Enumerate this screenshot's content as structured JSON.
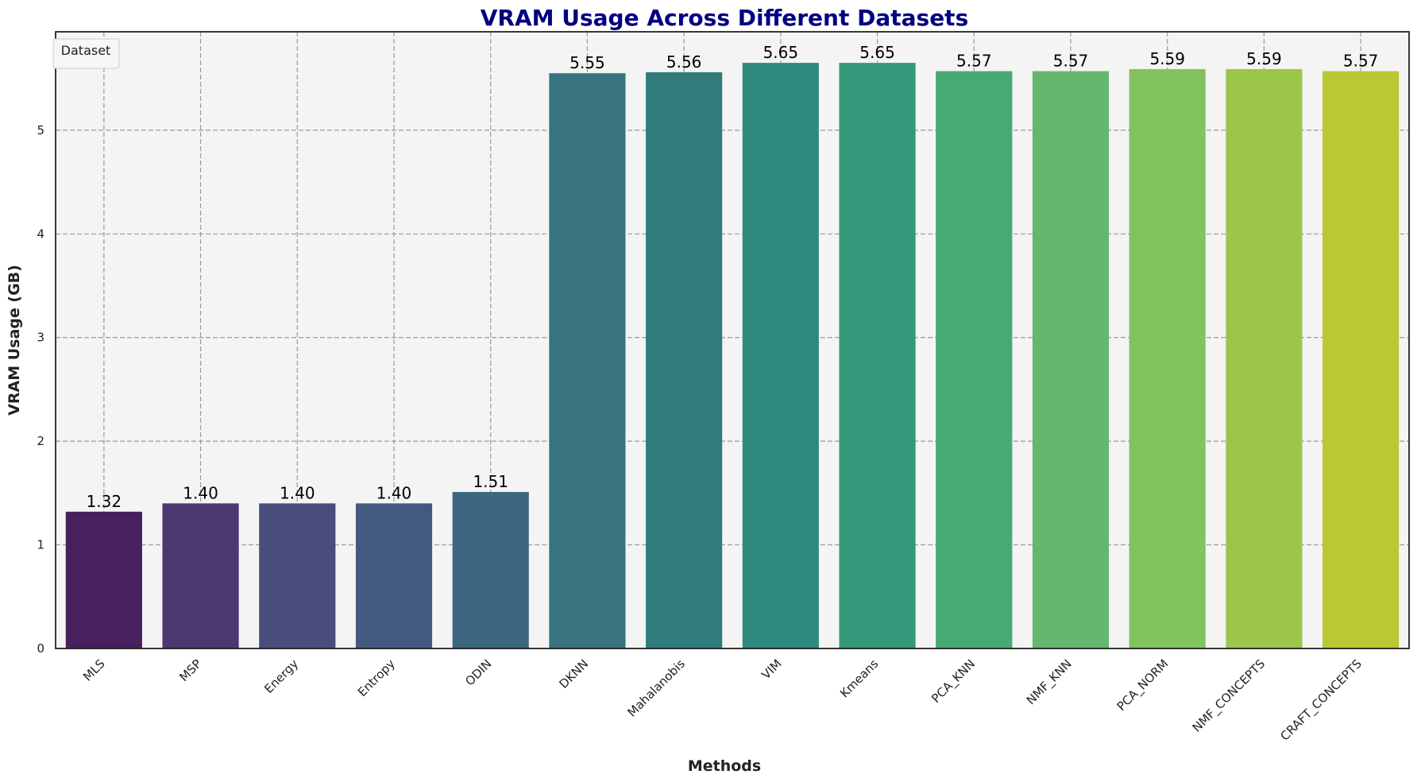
{
  "chart_data": {
    "type": "bar",
    "title": "VRAM Usage Across Different Datasets",
    "xlabel": "Methods",
    "ylabel": "VRAM Usage (GB)",
    "ylim": [
      0,
      5.95
    ],
    "yticks": [
      0,
      1,
      2,
      3,
      4,
      5
    ],
    "grid": true,
    "legend": {
      "title": "Dataset",
      "position": "top-left"
    },
    "categories": [
      "MLS",
      "MSP",
      "Energy",
      "Entropy",
      "ODIN",
      "DKNN",
      "Mahalanobis",
      "VIM",
      "Kmeans",
      "PCA_KNN",
      "NMF_KNN",
      "PCA_NORM",
      "NMF_CONCEPTS",
      "CRAFT_CONCEPTS"
    ],
    "values": [
      1.32,
      1.4,
      1.4,
      1.4,
      1.51,
      5.55,
      5.56,
      5.65,
      5.65,
      5.57,
      5.57,
      5.59,
      5.59,
      5.57
    ],
    "value_labels": [
      "1.32",
      "1.40",
      "1.40",
      "1.40",
      "1.51",
      "5.55",
      "5.56",
      "5.65",
      "5.65",
      "5.57",
      "5.57",
      "5.59",
      "5.59",
      "5.57"
    ],
    "colors": [
      "#48205e",
      "#4b3870",
      "#4a4c7b",
      "#44597f",
      "#3d6680",
      "#37747f",
      "#307c7d",
      "#2d8a7d",
      "#35987b",
      "#48a876",
      "#64b76e",
      "#82c35f",
      "#9dc54b",
      "#bbc733"
    ],
    "title_color": "#000080",
    "plot_background": "#f4f4f4",
    "grid_color": "#999999"
  }
}
